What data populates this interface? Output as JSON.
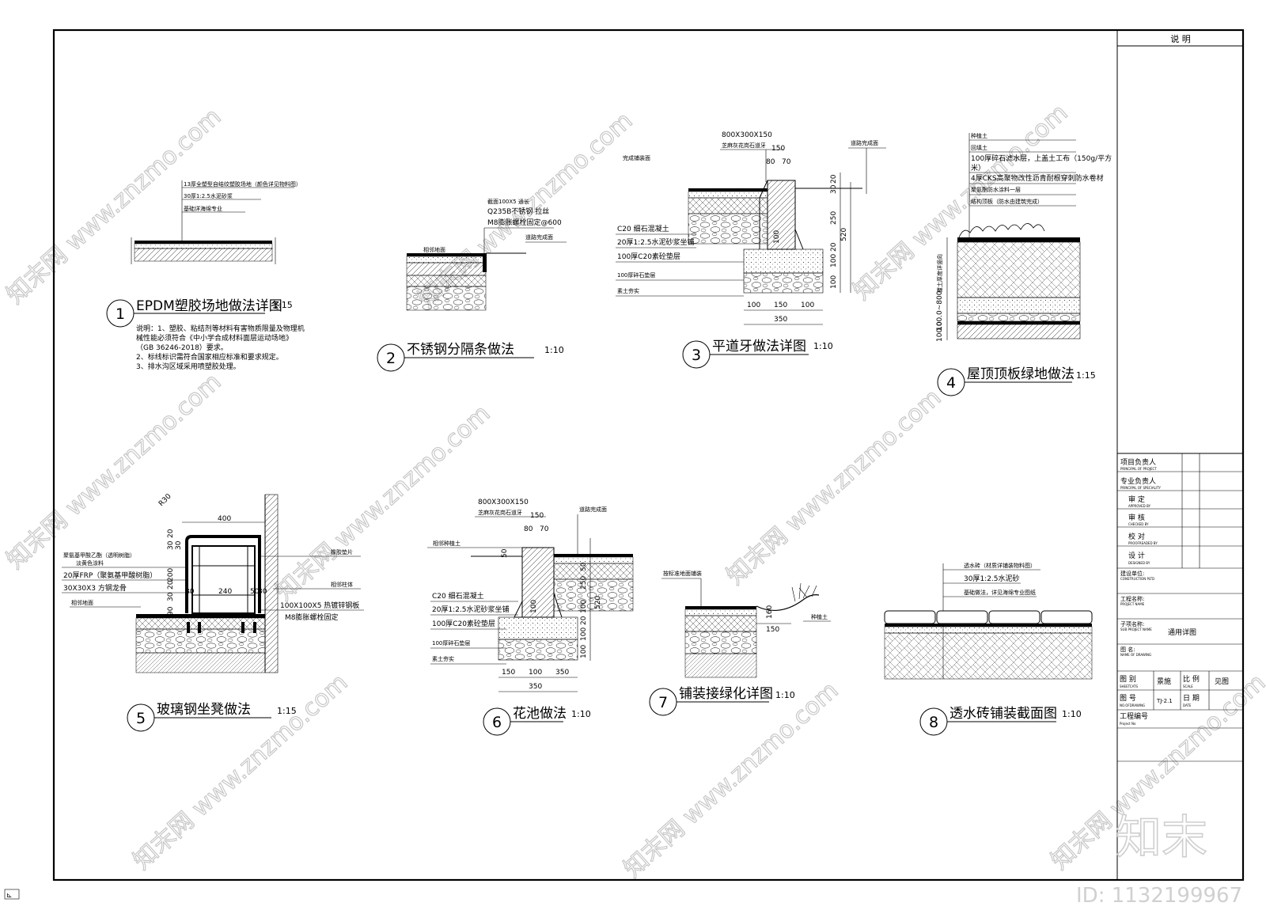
{
  "watermark": {
    "site": "znzmo.com",
    "brand": "知末网",
    "logo": "知末",
    "id_label": "ID: 1132199967"
  },
  "corner_mark": "⊾",
  "details": [
    {
      "num": "1",
      "title": "EPDM塑胶场地做法详图",
      "scale": "1:15",
      "labels": [
        "13厚全塑型自结纹塑胶场地（颜色详见物料图）",
        "30厚1:2.5水泥砂浆",
        "基础详海绵专业"
      ],
      "notes": [
        "说明：1、塑胶、粘结剂等材料有害物质限量及物理机",
        "械性能必须符合《中小学合成材料面层运动场地》",
        "（GB 36246-2018）要求。",
        "2、标线标识需符合国家相应标准和要求规定。",
        "3、排水沟区域采用喷塑胶处理。"
      ]
    },
    {
      "num": "2",
      "title": "不锈钢分隔条做法",
      "scale": "1:10",
      "labels": [
        "截面100X5  通长",
        "Q235B不锈钢  拉丝",
        "M8膨胀螺栓固定@600",
        "相邻地面",
        "道路完成面"
      ]
    },
    {
      "num": "3",
      "title": "平道牙做法详图",
      "scale": "1:10",
      "labels": [
        "800X300X150",
        "芝麻灰花岗石道牙",
        "完成铺装面",
        "道路完成面",
        "C20  细石混凝土",
        "20厚1:2.5水泥砂浆坐铺",
        "100厚C20素砼垫层",
        "100厚碎石垫层",
        "素土夯实"
      ],
      "dims": [
        "150",
        "80",
        "70",
        "20",
        "30",
        "250",
        "520",
        "100",
        "20",
        "100",
        "100",
        "100",
        "150",
        "100",
        "350"
      ]
    },
    {
      "num": "4",
      "title": "屋顶顶板绿地做法",
      "scale": "1:15",
      "labels": [
        "种植土",
        "回填土",
        "100厚碎石滤水层，上盖土工布（150g/平方",
        "米）",
        "4厚CKS高聚物改性沥青耐根穿刺防水卷材",
        "聚氨酯防水涂料一层",
        "结构顶板（防水由建筑完成）",
        "覆土厚度详竖向"
      ],
      "dims": [
        "100.0~800",
        "100.0"
      ]
    },
    {
      "num": "5",
      "title": "玻璃钢坐凳做法",
      "scale": "1:15",
      "labels": [
        "聚氨基甲酸乙酯（透明树脂）",
        "淡黄色涂料",
        "20厚FRP（聚氨基甲酸树脂）",
        "30X30X3  方钢龙骨",
        "相邻地面",
        "橡胶垫片",
        "相邻柱体",
        "100X100X5   热镀锌钢板",
        "M8膨胀螺栓固定"
      ],
      "dims": [
        "R30",
        "400",
        "20",
        "30",
        "30",
        "200",
        "20",
        "30",
        "240",
        "30",
        "50",
        "30",
        "90"
      ]
    },
    {
      "num": "6",
      "title": "花池做法",
      "scale": "1:10",
      "labels": [
        "800X300X150",
        "芝麻灰花岗石道牙",
        "道路完成面",
        "相邻种植土",
        "C20  细石混凝土",
        "20厚1:2.5水泥砂浆坐铺",
        "100厚C20素砼垫层",
        "100厚碎石垫层",
        "素土夯实"
      ],
      "dims": [
        "150",
        "80",
        "70",
        "50",
        "50",
        "250",
        "100",
        "520",
        "100",
        "20",
        "100",
        "100",
        "150",
        "100",
        "350"
      ]
    },
    {
      "num": "7",
      "title": "铺装接绿化详图",
      "scale": "1:10",
      "labels": [
        "按标准地面铺装",
        "种植土"
      ],
      "dims": [
        "160",
        "150"
      ]
    },
    {
      "num": "8",
      "title": "透水砖铺装截面图",
      "scale": "1:10",
      "labels": [
        "透水砖（材质详铺装物料图）",
        "30厚1:2.5水泥砂",
        "基础做法，详见海绵专业图纸"
      ]
    }
  ],
  "title_block": {
    "header": "说  明",
    "signoff": [
      {
        "cn": "项目负责人",
        "en": "PRINCIPAL OF PROJECT"
      },
      {
        "cn": "专业负责人",
        "en": "PRINCIPAL OF SPECIALITY"
      },
      {
        "cn": "审    定",
        "en": "APPROVED BY"
      },
      {
        "cn": "审    核",
        "en": "CHECKED BY"
      },
      {
        "cn": "校    对",
        "en": "PROOFREADED BY"
      },
      {
        "cn": "设    计",
        "en": "DESIGNED BY"
      }
    ],
    "client": {
      "cn": "建设单位:",
      "en": "CONSTRUCTION PLTD"
    },
    "project": {
      "cn": "工程名称:",
      "en": "PROJECT NAME"
    },
    "subproject": {
      "cn": "子项名称:",
      "en": "SUB PROJECT NAME",
      "value": "通用详图"
    },
    "drawing_name": {
      "cn": "图    名:",
      "en": "NAME OF DRAWING"
    },
    "category": {
      "cn": "图    别",
      "en": "SHEETCATS",
      "value": "景施"
    },
    "scale": {
      "cn": "比  例",
      "en": "SCALE",
      "value": "见图"
    },
    "number": {
      "cn": "图    号",
      "en": "NO.OFDRAWING",
      "value": "TJ-2.1"
    },
    "date": {
      "cn": "日  期",
      "en": "DATE"
    },
    "project_no": {
      "cn": "工程编号",
      "en": "Project No"
    }
  }
}
